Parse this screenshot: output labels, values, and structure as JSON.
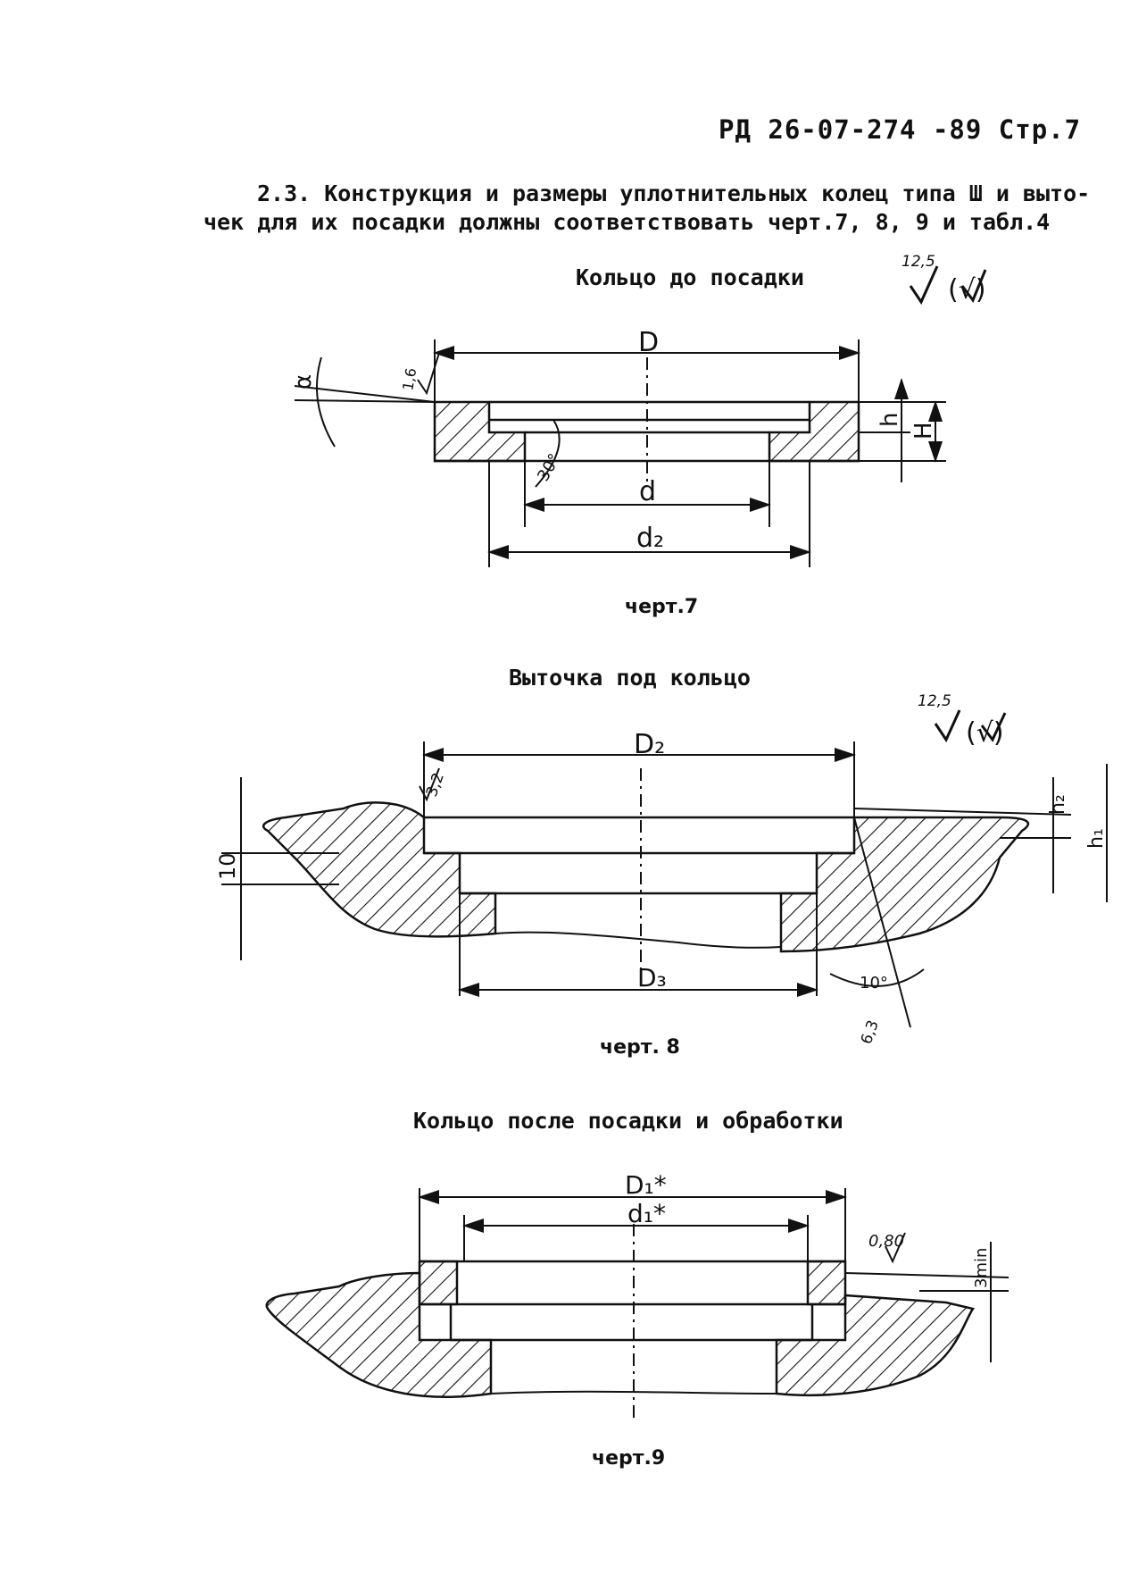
{
  "header": "РД 26-07-274 -89 Стр.7",
  "paragraph": {
    "line1": "2.3. Конструкция и размеры уплотнительных колец типа Ш и выто-",
    "line2": "чек для их посадки должны соответствовать черт.7, 8, 9 и табл.4"
  },
  "figures": [
    {
      "title": "Кольцо до посадки",
      "caption": "черт.7",
      "roughness": {
        "value": "12,5",
        "paren": "(√)"
      },
      "labels": {
        "D": "D",
        "d": "d",
        "d2": "d₂",
        "h": "h",
        "H": "H",
        "alpha": "α",
        "angle": "30°",
        "r": "1,6"
      }
    },
    {
      "title": "Выточка под кольцо",
      "caption": "черт. 8",
      "roughness": {
        "value": "12,5",
        "paren": "(√)"
      },
      "labels": {
        "D2": "D₂",
        "D3": "D₃",
        "h2": "h₂",
        "h1": "h₁",
        "ten": "10",
        "angle": "10°",
        "r1": "3,2",
        "r2": "6,3"
      }
    },
    {
      "title": "Кольцо после посадки и обработки",
      "caption": "черт.9",
      "labels": {
        "D1": "D₁*",
        "d1": "d₁*",
        "r": "0,80",
        "min": "3min"
      }
    }
  ]
}
